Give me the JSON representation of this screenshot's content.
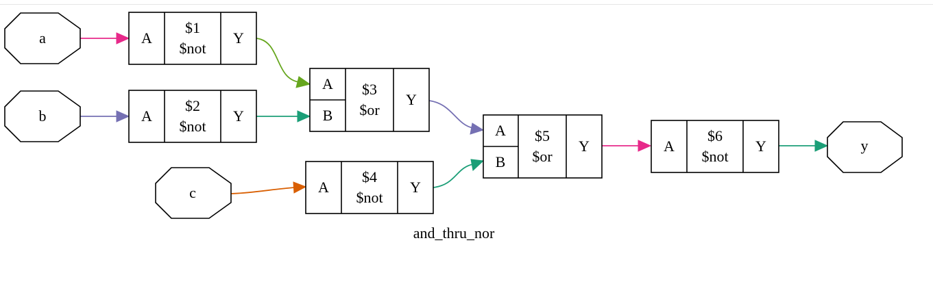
{
  "title": "and_thru_nor",
  "colors": {
    "magenta": "#e7298a",
    "purple": "#7570b3",
    "teal": "#1b9e77",
    "orange": "#d95f02",
    "green": "#66a61e"
  },
  "inputs": [
    {
      "id": "a",
      "label": "a"
    },
    {
      "id": "b",
      "label": "b"
    },
    {
      "id": "c",
      "label": "c"
    }
  ],
  "outputs": [
    {
      "id": "y",
      "label": "y"
    }
  ],
  "cells": [
    {
      "id": "c1",
      "name": "$1",
      "type": "$not",
      "ports_in": [
        "A"
      ],
      "port_out": "Y"
    },
    {
      "id": "c2",
      "name": "$2",
      "type": "$not",
      "ports_in": [
        "A"
      ],
      "port_out": "Y"
    },
    {
      "id": "c3",
      "name": "$3",
      "type": "$or",
      "ports_in": [
        "A",
        "B"
      ],
      "port_out": "Y"
    },
    {
      "id": "c4",
      "name": "$4",
      "type": "$not",
      "ports_in": [
        "A"
      ],
      "port_out": "Y"
    },
    {
      "id": "c5",
      "name": "$5",
      "type": "$or",
      "ports_in": [
        "A",
        "B"
      ],
      "port_out": "Y"
    },
    {
      "id": "c6",
      "name": "$6",
      "type": "$not",
      "ports_in": [
        "A"
      ],
      "port_out": "Y"
    }
  ],
  "edges": [
    {
      "from": "a",
      "to": "c1.A",
      "color": "magenta"
    },
    {
      "from": "b",
      "to": "c2.A",
      "color": "purple"
    },
    {
      "from": "c",
      "to": "c4.A",
      "color": "orange"
    },
    {
      "from": "c1.Y",
      "to": "c3.A",
      "color": "green"
    },
    {
      "from": "c2.Y",
      "to": "c3.B",
      "color": "teal"
    },
    {
      "from": "c3.Y",
      "to": "c5.A",
      "color": "purple"
    },
    {
      "from": "c4.Y",
      "to": "c5.B",
      "color": "teal"
    },
    {
      "from": "c5.Y",
      "to": "c6.A",
      "color": "magenta"
    },
    {
      "from": "c6.Y",
      "to": "y",
      "color": "teal"
    }
  ]
}
